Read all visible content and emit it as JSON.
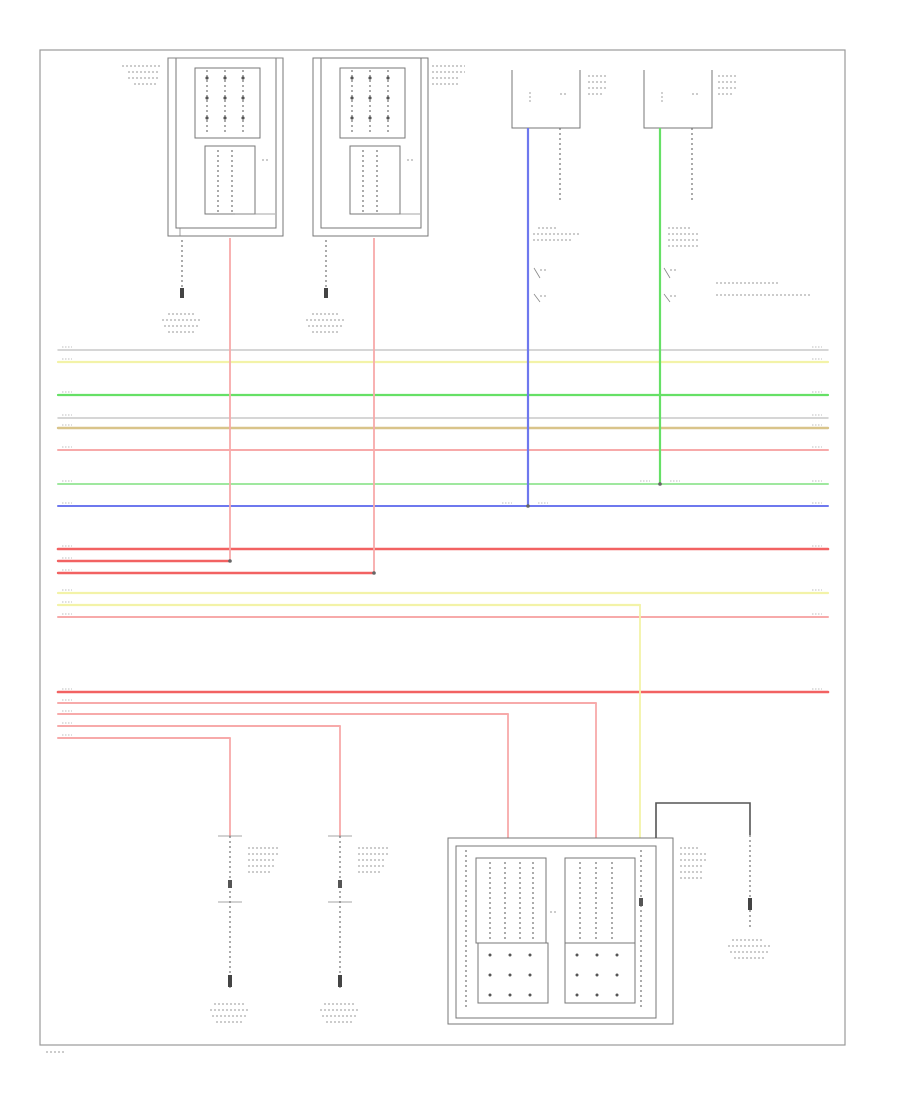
{
  "diagram": {
    "page_label": "",
    "colors": {
      "white": "#d9d9d9",
      "yellow": "#f3f3a8",
      "green": "#66e066",
      "grey": "#c8c8c8",
      "tan": "#d9c48a",
      "pink": "#f7aaaa",
      "lightgreen": "#9fe89f",
      "blue": "#6e78ee",
      "red": "#f26262",
      "wire_black": "#555555"
    },
    "legend": [
      {
        "label": ""
      },
      {
        "label": ""
      }
    ],
    "components": [
      {
        "name": "top-left-sensor",
        "label": ""
      },
      {
        "name": "top-second-sensor",
        "label": ""
      },
      {
        "name": "top-right-switch-a",
        "label": ""
      },
      {
        "name": "top-right-switch-b",
        "label": ""
      },
      {
        "name": "bottom-left-sensor",
        "label": ""
      },
      {
        "name": "bottom-second-sensor",
        "label": ""
      },
      {
        "name": "bottom-control-module",
        "label": ""
      }
    ],
    "grounds": [
      {
        "name": "ground-1",
        "label": ""
      },
      {
        "name": "ground-2",
        "label": ""
      },
      {
        "name": "ground-3",
        "label": ""
      },
      {
        "name": "ground-4",
        "label": ""
      },
      {
        "name": "ground-5",
        "label": ""
      }
    ]
  }
}
